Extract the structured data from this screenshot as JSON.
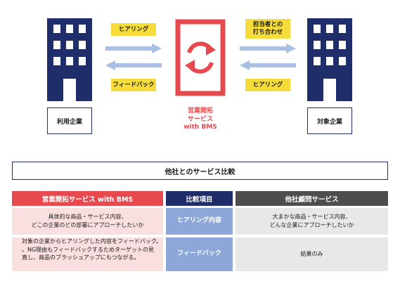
{
  "diagram": {
    "left_company": {
      "label": "利用企業"
    },
    "right_company": {
      "label": "対象企業"
    },
    "center": {
      "label_lines": [
        "営業開拓",
        "サービス",
        "with BMS"
      ]
    },
    "left_tags": {
      "top": "ヒアリング",
      "bottom": "フィードバック"
    },
    "right_tags": {
      "top_lines": [
        "担当者との",
        "打ち合わせ"
      ],
      "bottom": "ヒアリング"
    },
    "colors": {
      "navy": "#1f2d6b",
      "red": "#e64a4f",
      "yellow": "#f6dc3b",
      "light_blue": "#a9bfe3"
    }
  },
  "comparison": {
    "title": "他社とのサービス比較",
    "headers": {
      "bms": "営業開拓サービス with BMS",
      "item": "比較項目",
      "other": "他社顧問サービス"
    },
    "rows": [
      {
        "bms_lines": [
          "具体的な商品・サービス内容、",
          "どこの企業のどの部署にアプローチしたいか"
        ],
        "item": "ヒアリング内容",
        "other_lines": [
          "大まかな商品・サービス内容、",
          "どんな企業にアプローチしたいか"
        ]
      },
      {
        "bms_lines": [
          "対象の企業からヒアリングした内容をフィードバック。",
          "。NG理由もフィードバックするためターゲットの見",
          "直し、商品のブラッシュアップにもつながる。"
        ],
        "item": "フィードバック",
        "other_lines": [
          "結果のみ"
        ]
      }
    ]
  }
}
